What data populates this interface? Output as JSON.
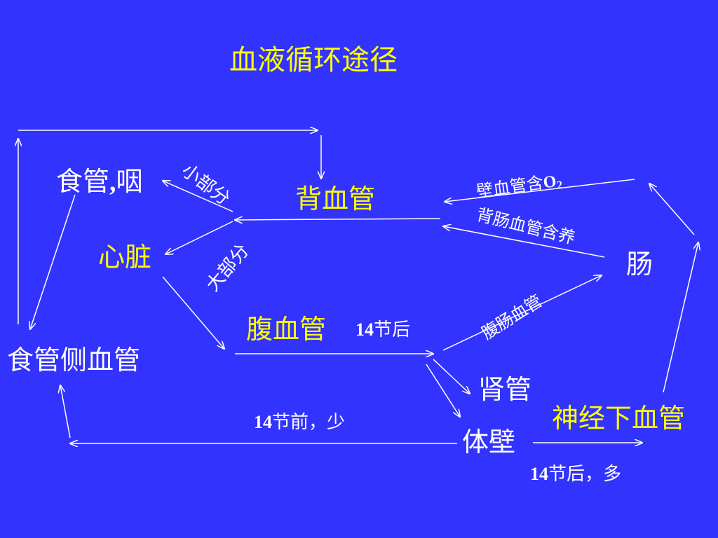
{
  "title": "血液循环途径",
  "nodes": {
    "esophagus_pharynx_a": "食管",
    "esophagus_pharynx_b": ",",
    "esophagus_pharynx_c": "咽",
    "heart": "心脏",
    "dorsal_vessel": "背血管",
    "ventral_vessel": "腹血管",
    "lateral_esophageal_vessel": "食管侧血管",
    "intestine": "肠",
    "nephridia": "肾管",
    "body_wall": "体壁",
    "subneural_vessel": "神经下血管"
  },
  "labels": {
    "minor_part": "小部分",
    "major_part": "大部分",
    "wall_vessel_o2_text": "壁血管含",
    "wall_vessel_o2_sym": "O",
    "wall_vessel_o2_sub": "2",
    "dorsal_intestinal": "背肠血管含养",
    "ventral_intestinal": "腹肠血管",
    "ventral_after_14_num": "14",
    "ventral_after_14_text": "节后",
    "before_14_num": "14",
    "before_14_text": "节前，少",
    "after_14_num": "14",
    "after_14_text": "节后，多"
  },
  "colors": {
    "background": "#3333ff",
    "highlight_text": "#ffff00",
    "normal_text": "#ffffff",
    "arrow": "#ffffff"
  }
}
